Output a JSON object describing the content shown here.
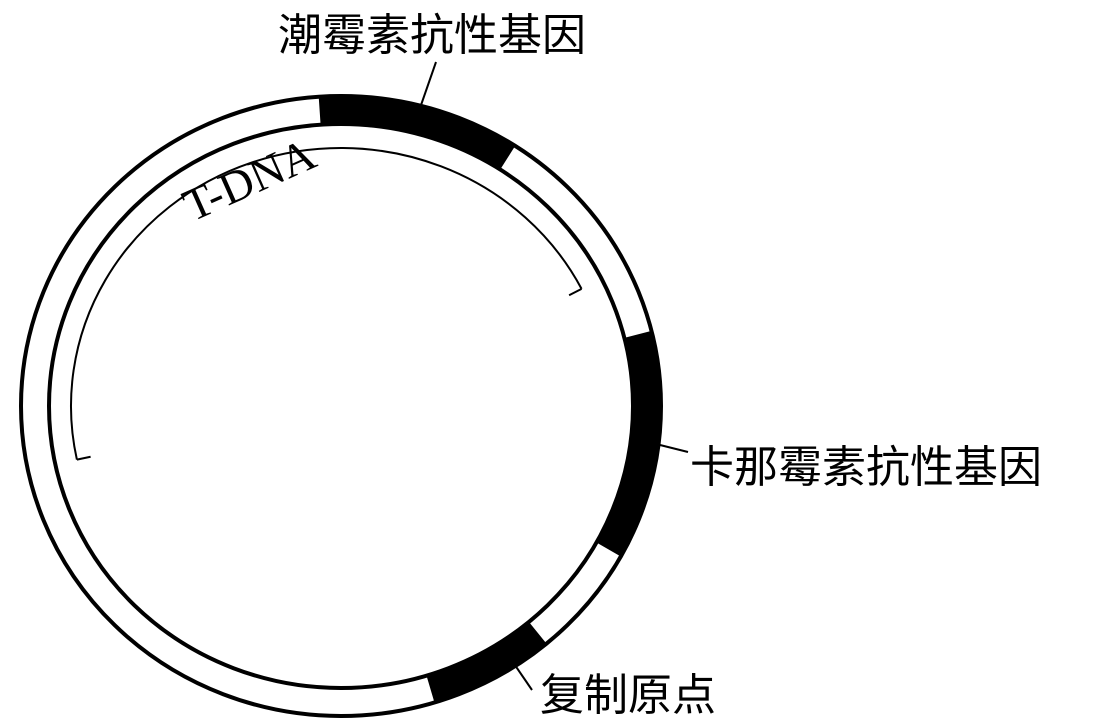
{
  "diagram": {
    "title": "Plasmid map",
    "labels": {
      "hygromycin": "潮霉素抗性基因",
      "kanamycin": "卡那霉素抗性基因",
      "origin": "复制原点",
      "tdna": "T-DNA"
    },
    "colors": {
      "ink": "#000000",
      "background": "#ffffff"
    }
  }
}
